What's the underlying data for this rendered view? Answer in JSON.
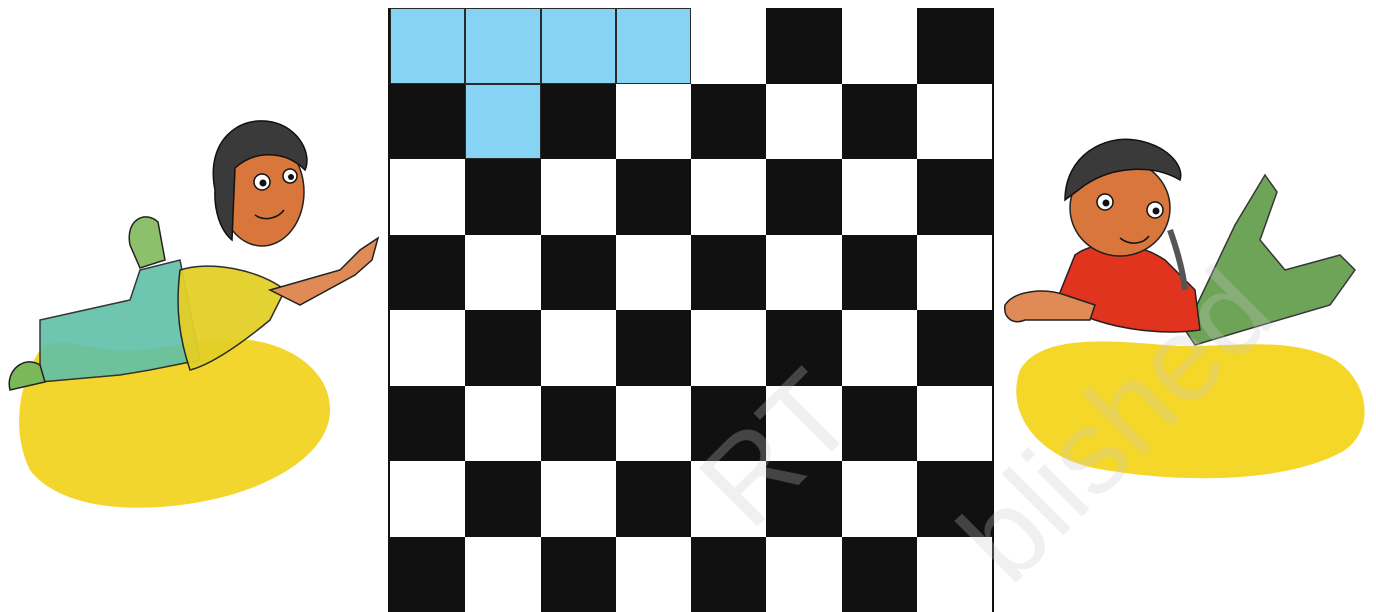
{
  "board": {
    "rows": 8,
    "cols": 8,
    "colors": {
      "black": "#111111",
      "white": "#ffffff",
      "blue": "#86d3f4"
    },
    "cells": [
      [
        "blue",
        "blue",
        "blue",
        "blue",
        "white",
        "black",
        "white",
        "black"
      ],
      [
        "black",
        "blue",
        "black",
        "white",
        "black",
        "white",
        "black",
        "white"
      ],
      [
        "white",
        "black",
        "white",
        "black",
        "white",
        "black",
        "white",
        "black"
      ],
      [
        "black",
        "white",
        "black",
        "white",
        "black",
        "white",
        "black",
        "white"
      ],
      [
        "white",
        "black",
        "white",
        "black",
        "white",
        "black",
        "white",
        "black"
      ],
      [
        "black",
        "white",
        "black",
        "white",
        "black",
        "white",
        "black",
        "white"
      ],
      [
        "white",
        "black",
        "white",
        "black",
        "white",
        "black",
        "white",
        "black"
      ],
      [
        "black",
        "white",
        "black",
        "white",
        "black",
        "white",
        "black",
        "white"
      ]
    ]
  },
  "watermark": {
    "part1": "RT",
    "part2": "blished"
  },
  "illustrations": {
    "left": "girl-pointing-illustration",
    "right": "girl-lying-illustration"
  }
}
